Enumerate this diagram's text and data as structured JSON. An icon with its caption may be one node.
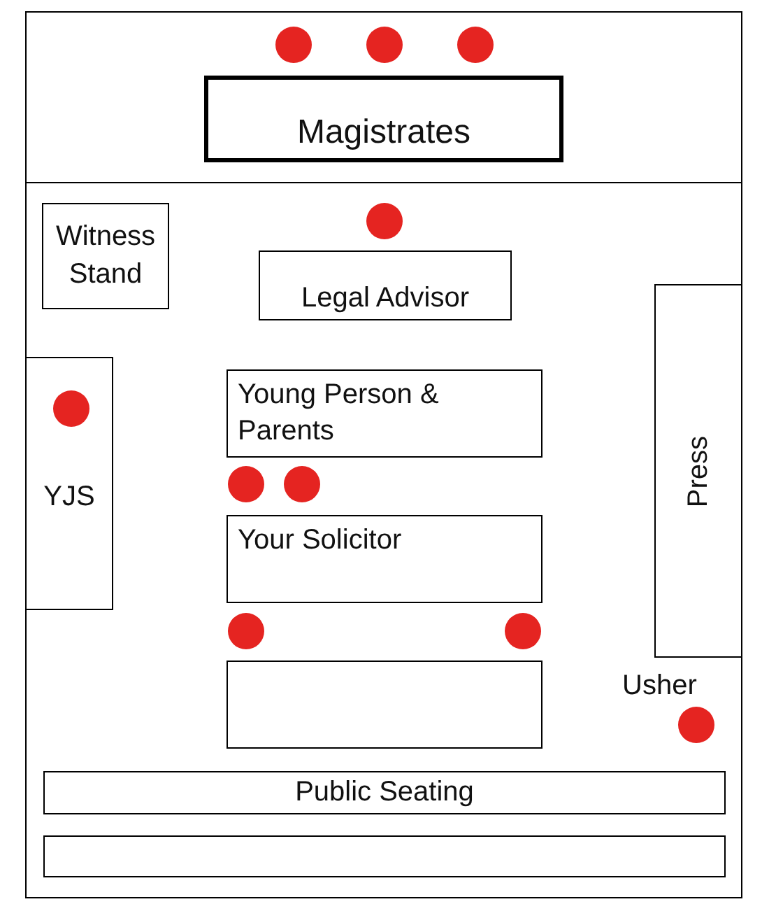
{
  "diagram": {
    "nodes": [
      {
        "text": [],
        "shape": "circle"
      },
      {
        "text": [],
        "shape": "circle"
      },
      {
        "text": [],
        "shape": "circle"
      },
      {
        "text": [
          "Magistrates"
        ]
      },
      {
        "text": [
          "Witness Stand"
        ]
      },
      {
        "text": [],
        "shape": "circle"
      },
      {
        "text": [
          "Legal Advisor"
        ]
      },
      {
        "text": [
          "Press"
        ]
      },
      {
        "text": [
          "YJS"
        ]
      },
      {
        "text": [],
        "shape": "circle",
        "in": 8
      },
      {
        "text": [
          "Young Person & Parents"
        ]
      },
      {
        "text": [],
        "shape": "circle"
      },
      {
        "text": [],
        "shape": "circle"
      },
      {
        "text": [
          "Your Solicitor"
        ]
      },
      {
        "text": [],
        "shape": "circle"
      },
      {
        "text": [],
        "shape": "circle"
      },
      {
        "text": [],
        "shape": "box"
      },
      {
        "text": [],
        "shape": "circle",
        "beside": [
          "Usher"
        ]
      },
      {
        "text": [
          "Public Seating"
        ]
      },
      {
        "text": [],
        "shape": "bar"
      }
    ],
    "edges": []
  }
}
